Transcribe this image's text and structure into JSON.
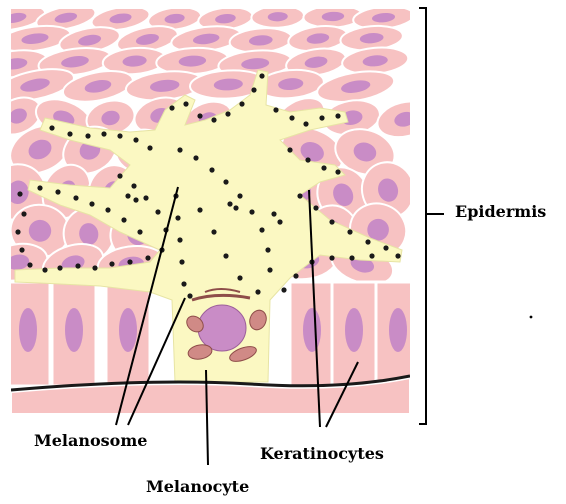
{
  "labels": {
    "epidermis": "Epidermis",
    "melanosome": "Melanosome",
    "keratinocytes": "Keratinocytes",
    "melanocyte": "Melanocyte"
  },
  "colors": {
    "cell_fill": "#f7c2c2",
    "nucleus": "#c98cc6",
    "membrane": "#ffffff",
    "melanocyte_fill": "#fbf8c2",
    "melanosome": "#1a1a1a",
    "organelle": "#d08a86",
    "basement_membrane": "#1a1a1a",
    "outline": "#000000"
  }
}
